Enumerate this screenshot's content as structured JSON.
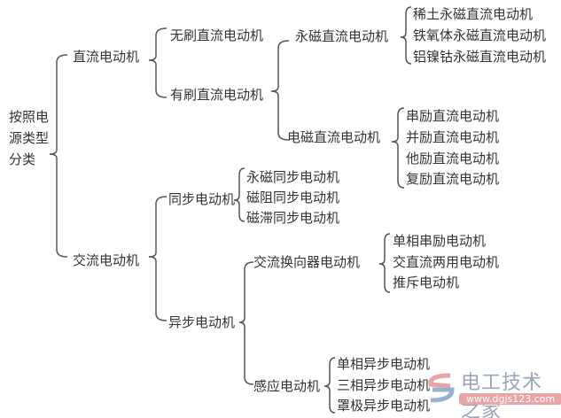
{
  "root": [
    "按照电",
    "源类型",
    "分类"
  ],
  "nodes": {
    "dc": "直流电动机",
    "brushless_dc": "无刷直流电动机",
    "brushed_dc": "有刷直流电动机",
    "pm_dc": "永磁直流电动机",
    "pm_dc_children": [
      "稀土永磁直流电动机",
      "铁氧体永磁直流电动机",
      "铝镍钴永磁直流电动机"
    ],
    "em_dc": "电磁直流电动机",
    "em_dc_children": [
      "串励直流电动机",
      "并励直流电动机",
      "他励直流电动机",
      "复励直流电动机"
    ],
    "ac": "交流电动机",
    "sync": "同步电动机",
    "sync_children": [
      "永磁同步电动机",
      "磁阻同步电动机",
      "磁滞同步电动机"
    ],
    "async": "异步电动机",
    "commutator": "交流换向器电动机",
    "commutator_children": [
      "单相串励电动机",
      "交直流两用电动机",
      "推斥电动机"
    ],
    "induction": "感应电动机",
    "induction_children": [
      "单相异步电动机",
      "三相异步电动机",
      "罩极异步电动机"
    ]
  },
  "watermark": {
    "name": "电工技术之家",
    "url": "www.dgjs123.com"
  },
  "colors": {
    "text": "#333333",
    "brace": "#555555"
  }
}
